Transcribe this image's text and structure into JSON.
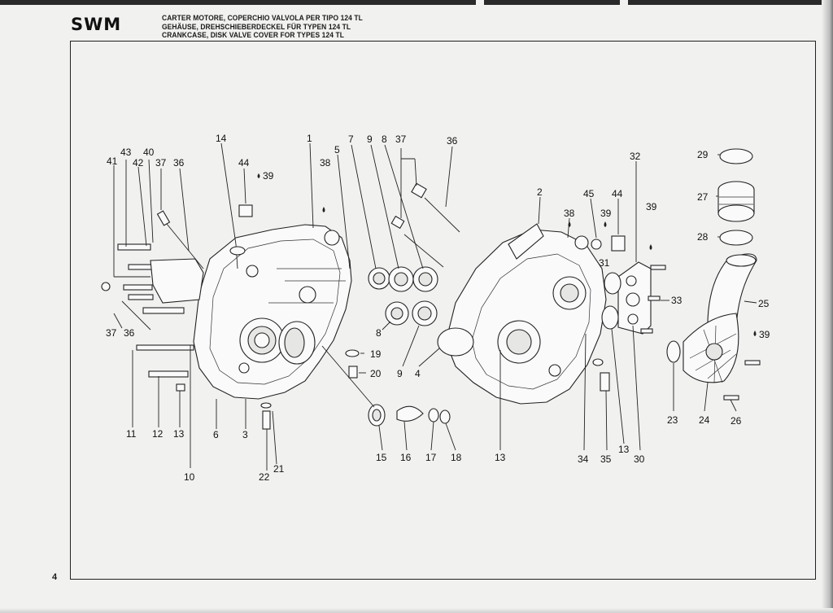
{
  "header": {
    "logo": "SWM",
    "title_it": "CARTER MOTORE, COPERCHIO VALVOLA PER TIPO 124 TL",
    "title_de": "GEHÄUSE, DREHSCHIEBERDECKEL FÜR TYPEN 124 TL",
    "title_en": "CRANKCASE, DISK VALVE COVER FOR TYPES 124 TL"
  },
  "page_number": "4",
  "callouts": [
    {
      "id": "c43",
      "text": "43"
    },
    {
      "id": "c40",
      "text": "40"
    },
    {
      "id": "c41",
      "text": "41"
    },
    {
      "id": "c42",
      "text": "42"
    },
    {
      "id": "c37a",
      "text": "37"
    },
    {
      "id": "c36a",
      "text": "36"
    },
    {
      "id": "c14",
      "text": "14"
    },
    {
      "id": "c44a",
      "text": "44"
    },
    {
      "id": "c39a",
      "text": "39"
    },
    {
      "id": "c38a",
      "text": "38"
    },
    {
      "id": "c1",
      "text": "1"
    },
    {
      "id": "c5",
      "text": "5"
    },
    {
      "id": "c7",
      "text": "7"
    },
    {
      "id": "c9a",
      "text": "9"
    },
    {
      "id": "c8a",
      "text": "8"
    },
    {
      "id": "c37b",
      "text": "37"
    },
    {
      "id": "c36b",
      "text": "36"
    },
    {
      "id": "c2",
      "text": "2"
    },
    {
      "id": "c38b",
      "text": "38"
    },
    {
      "id": "c45",
      "text": "45"
    },
    {
      "id": "c44b",
      "text": "44"
    },
    {
      "id": "c39b",
      "text": "39"
    },
    {
      "id": "c39c",
      "text": "39"
    },
    {
      "id": "c32",
      "text": "32"
    },
    {
      "id": "c29",
      "text": "29"
    },
    {
      "id": "c27",
      "text": "27"
    },
    {
      "id": "c28",
      "text": "28"
    },
    {
      "id": "c31",
      "text": "31"
    },
    {
      "id": "c33",
      "text": "33"
    },
    {
      "id": "c25",
      "text": "25"
    },
    {
      "id": "c39d",
      "text": "39"
    },
    {
      "id": "c37c",
      "text": "37"
    },
    {
      "id": "c36c",
      "text": "36"
    },
    {
      "id": "c8b",
      "text": "8"
    },
    {
      "id": "c19",
      "text": "19"
    },
    {
      "id": "c20",
      "text": "20"
    },
    {
      "id": "c9b",
      "text": "9"
    },
    {
      "id": "c4",
      "text": "4"
    },
    {
      "id": "c11",
      "text": "11"
    },
    {
      "id": "c12",
      "text": "12"
    },
    {
      "id": "c13a",
      "text": "13"
    },
    {
      "id": "c6",
      "text": "6"
    },
    {
      "id": "c3",
      "text": "3"
    },
    {
      "id": "c10",
      "text": "10"
    },
    {
      "id": "c22",
      "text": "22"
    },
    {
      "id": "c21",
      "text": "21"
    },
    {
      "id": "c15",
      "text": "15"
    },
    {
      "id": "c16",
      "text": "16"
    },
    {
      "id": "c17",
      "text": "17"
    },
    {
      "id": "c18",
      "text": "18"
    },
    {
      "id": "c13b",
      "text": "13"
    },
    {
      "id": "c34",
      "text": "34"
    },
    {
      "id": "c35",
      "text": "35"
    },
    {
      "id": "c13c",
      "text": "13"
    },
    {
      "id": "c30",
      "text": "30"
    },
    {
      "id": "c23",
      "text": "23"
    },
    {
      "id": "c24",
      "text": "24"
    },
    {
      "id": "c26",
      "text": "26"
    }
  ]
}
